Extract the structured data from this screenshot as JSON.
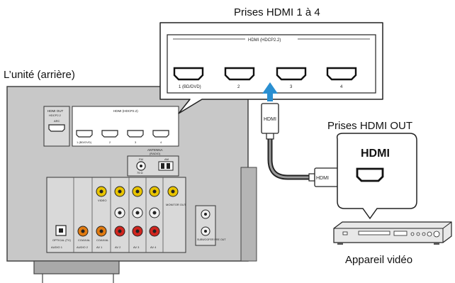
{
  "labels": {
    "hdmi_in_title": "Prises HDMI 1 à 4",
    "unit_rear": "L’unité (arrière)",
    "hdmi_out_title": "Prises HDMI OUT",
    "video_device": "Appareil vidéo",
    "hdmi_callout_header": "HDMI (HDCP2.2)",
    "hdmi_badge": "HDMI",
    "cable_plug_label_v": "HDMI",
    "cable_plug_label_h": "HDMI",
    "out_box_label": "HDMI"
  },
  "zoom_ports": [
    "1 (BD/DVD)",
    "2",
    "3",
    "4"
  ],
  "rear_panel": {
    "hdmi_out_label": "HDMI OUT",
    "hdmi_out_sub": "HDCP2.2",
    "hdmi_out_arc": "ARC",
    "hdmi_header": "HDMI (HDCP2.2)",
    "ports": [
      "1 (BD/DVD)",
      "2",
      "3",
      "4"
    ],
    "antenna_label": "ANTENNA",
    "antenna_sub": "(RADIO)",
    "fm_label": "FM",
    "am_label": "AM",
    "tuner_label": "75 Ω",
    "video_label": "VIDEO",
    "monitor_out_label": "MONITOR OUT",
    "optical_label": "OPTICAL (TV)",
    "coaxial_label_1": "COAXIAL",
    "coaxial_label_2": "COAXIAL",
    "subwoofer_label": "SUBWOOFER PRE OUT",
    "group_labels": [
      "AUDIO 1",
      "AUDIO 2",
      "AV 1",
      "AV 2",
      "AV 3",
      "AV 4"
    ]
  },
  "colors": {
    "panel": "#c8c8c8",
    "panel_dark": "#a9a9a9",
    "arrow_blue": "#2a8fd1",
    "rca_yellow": "#e9c400",
    "rca_red": "#d0261f",
    "rca_white": "#f2f2f2",
    "rca_orange": "#e07a10"
  }
}
